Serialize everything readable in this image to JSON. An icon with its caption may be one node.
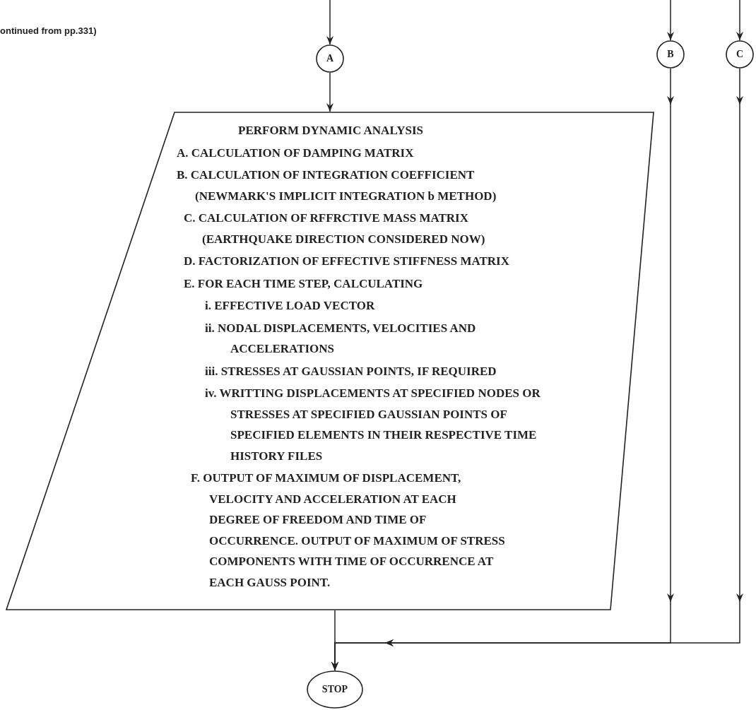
{
  "diagram": {
    "nodes": [
      {
        "text": [
          "A"
        ]
      },
      {
        "text": [
          "B"
        ]
      },
      {
        "text": [
          "C"
        ]
      },
      {
        "text": [
          "PERFORM DYNAMIC ANALYSIS",
          "A. CALCULATION OF DAMPING MATRIX",
          "B. CALCULATION OF INTEGRATION COEFFICIENT (NEWMARK'S IMPLICIT INTEGRATION b METHOD)",
          "C. CALCULATION OF RFFRCTIVE MASS MATRIX (EARTHQUAKE DIRECTION CONSIDERED NOW)",
          "D. FACTORIZATION OF EFFECTIVE STIFFNESS MATRIX",
          "E. FOR EACH TIME STEP, CALCULATING",
          "i. EFFECTIVE LOAD VECTOR",
          "ii. NODAL DISPLACEMENTS, VELOCITIES AND ACCELERATIONS",
          "iii. STRESSES AT GAUSSIAN POINTS, IF REQUIRED",
          "iv. WRITTING DISPLACEMENTS AT SPECIFIED NODES OR STRESSES AT SPECIFIED GAUSSIAN POINTS OF SPECIFIED ELEMENTS IN THEIR RESPECTIVE TIME HISTORY FILES",
          "F. OUTPUT OF MAXIMUM OF DISPLACEMENT, VELOCITY AND ACCELERATION AT EACH DEGREE OF FREEDOM AND TIME OF OCCURRENCE. OUTPUT OF MAXIMUM OF STRESS COMPONENTS WITH TIME OF OCCURRENCE AT EACH GAUSS POINT."
        ]
      },
      {
        "text": [
          "STOP"
        ]
      }
    ],
    "edges": [
      {
        "from": null,
        "to": 0,
        "arrow": "to"
      },
      {
        "from": null,
        "to": 1,
        "arrow": "to"
      },
      {
        "from": null,
        "to": 2,
        "arrow": "to"
      },
      {
        "from": 0,
        "to": 3,
        "arrow": "to"
      },
      {
        "from": 3,
        "to": 4,
        "arrow": "to"
      },
      {
        "from": 1,
        "to": 4,
        "arrow": "to"
      },
      {
        "from": 2,
        "to": 4,
        "arrow": "to"
      }
    ],
    "labels": [
      "ontinued from pp.331)"
    ]
  }
}
